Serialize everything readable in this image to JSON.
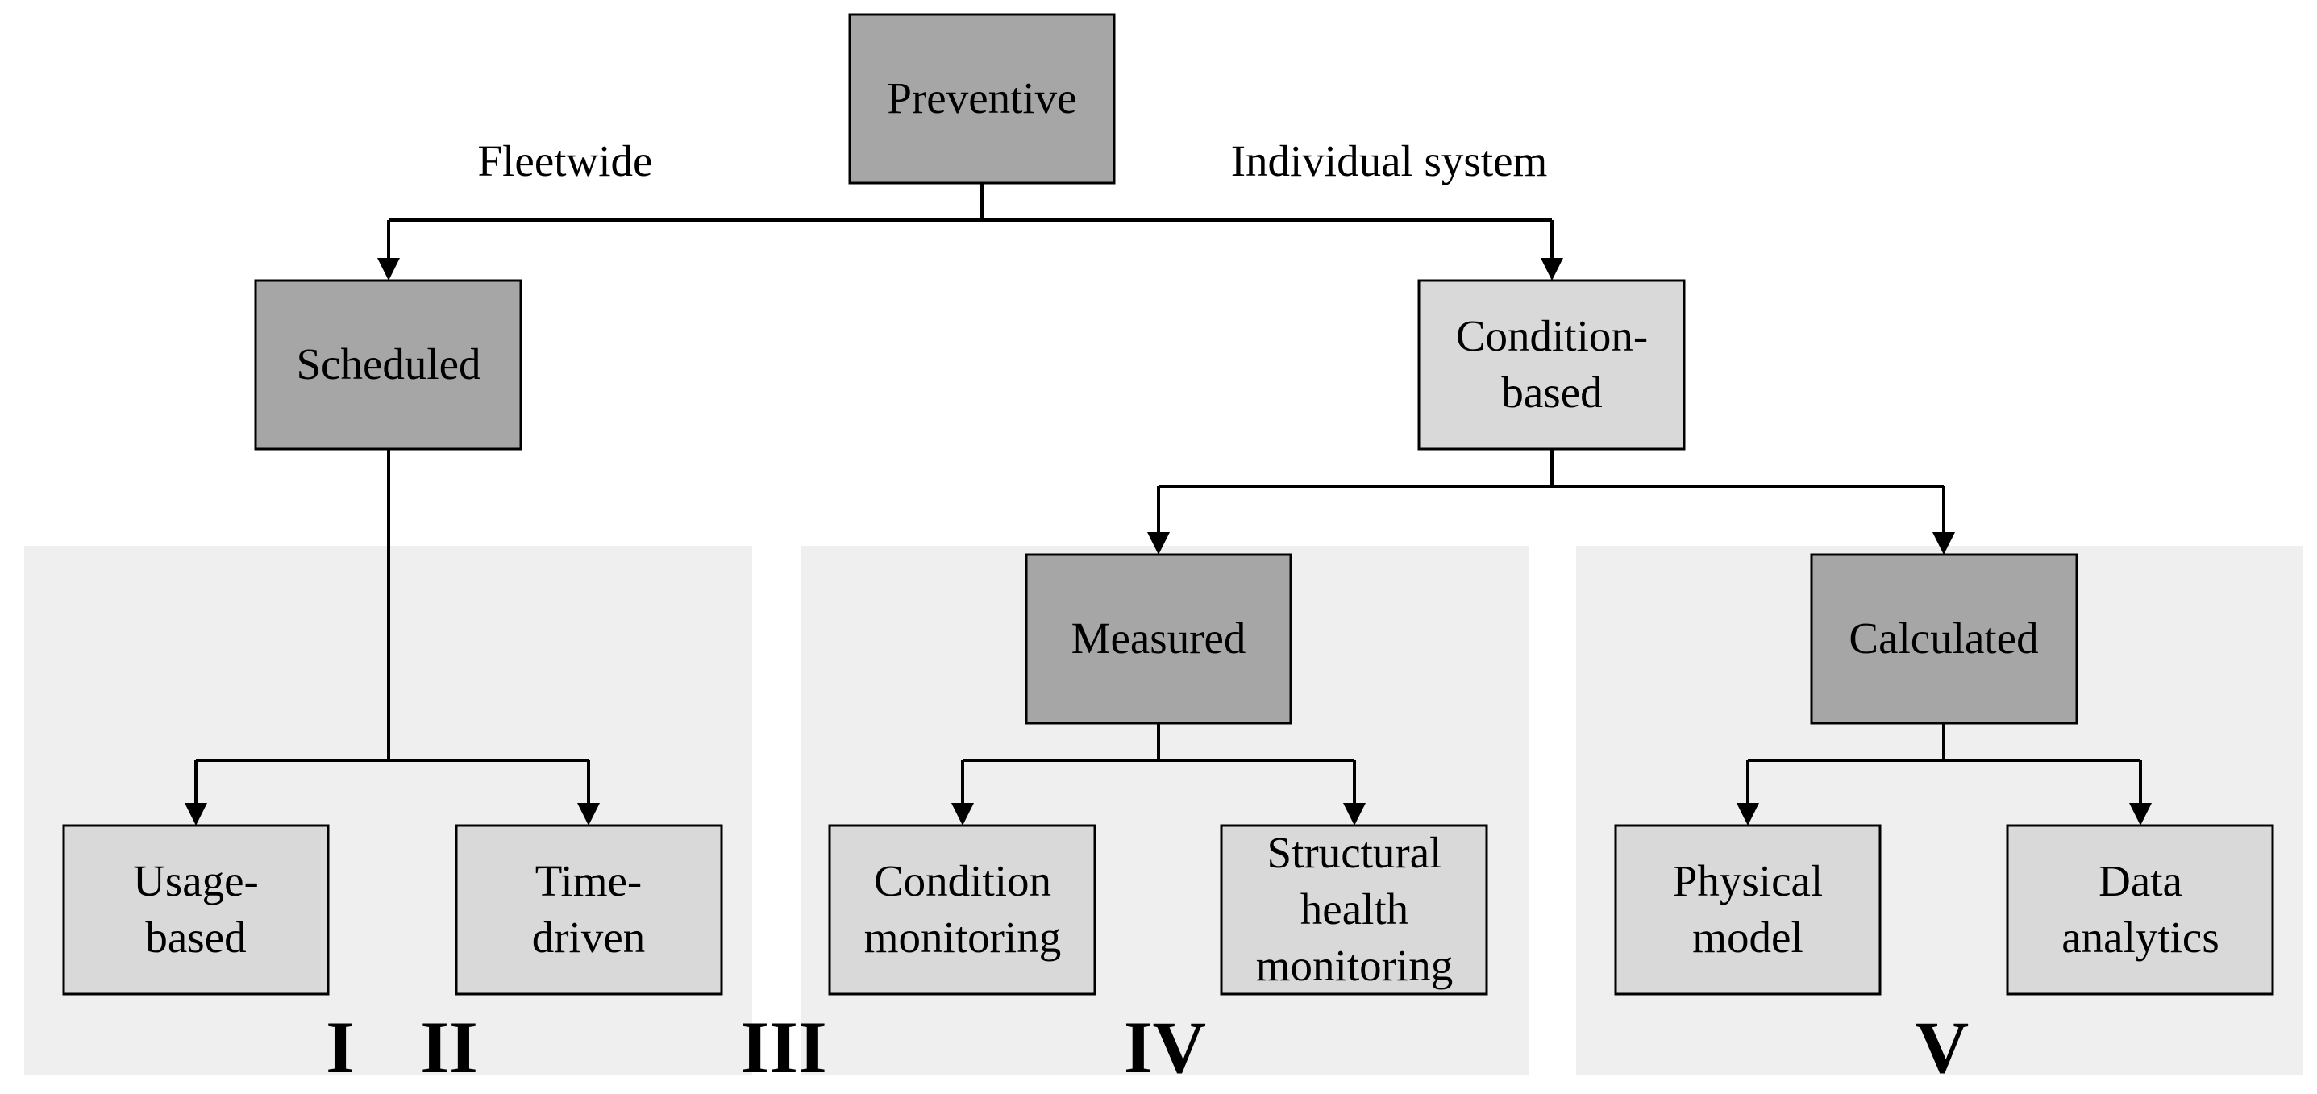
{
  "nodes": {
    "preventive": {
      "lines": [
        "Preventive"
      ]
    },
    "scheduled": {
      "lines": [
        "Scheduled"
      ]
    },
    "condition_based": {
      "lines": [
        "Condition-",
        "based"
      ]
    },
    "measured": {
      "lines": [
        "Measured"
      ]
    },
    "calculated": {
      "lines": [
        "Calculated"
      ]
    },
    "usage_based": {
      "lines": [
        "Usage-",
        "based"
      ]
    },
    "time_driven": {
      "lines": [
        "Time-",
        "driven"
      ]
    },
    "condition_monitoring": {
      "lines": [
        "Condition",
        "monitoring"
      ]
    },
    "structural_health_monitoring": {
      "lines": [
        "Structural",
        "health",
        "monitoring"
      ]
    },
    "physical_model": {
      "lines": [
        "Physical",
        "model"
      ]
    },
    "data_analytics": {
      "lines": [
        "Data",
        "analytics"
      ]
    }
  },
  "edge_labels": {
    "fleetwide": "Fleetwide",
    "individual_system": "Individual system"
  },
  "levels": {
    "I": "I",
    "II": "II",
    "III": "III",
    "IV": "IV",
    "V": "V"
  },
  "colors": {
    "node_dark": "#a6a6a6",
    "node_light": "#d9d9d9",
    "panel": "#efefef",
    "line": "#000000"
  }
}
